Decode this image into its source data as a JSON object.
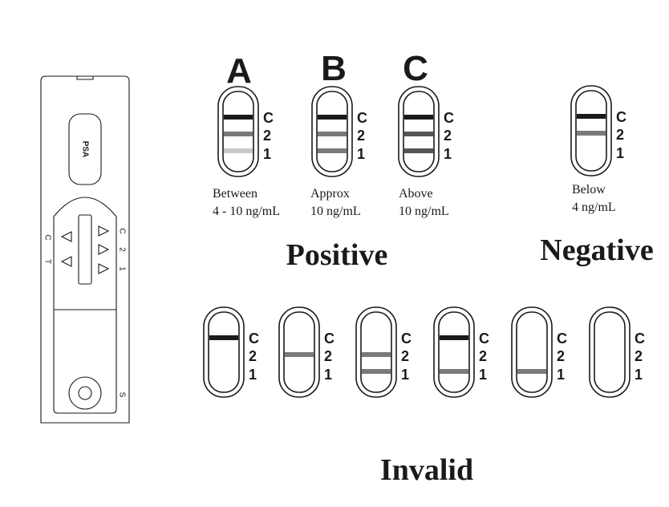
{
  "device": {
    "window_label": "PSA",
    "left_marks": [
      "C",
      "T"
    ],
    "right_marks": [
      "C",
      "2",
      "1"
    ],
    "sample_mark": "S"
  },
  "colors": {
    "black": "#1a1a1a",
    "dark_gray": "#555555",
    "mid_gray": "#7a7a7a",
    "light_gray": "#c8c8c8"
  },
  "strip_marks": [
    "C",
    "2",
    "1"
  ],
  "positive": {
    "heading": "Positive",
    "items": [
      {
        "letter": "A",
        "range_line1": "Between",
        "range_line2": "4 - 10 ng/mL",
        "bands": {
          "C": "black",
          "2": "mid_gray",
          "1": "light_gray"
        }
      },
      {
        "letter": "B",
        "range_line1": "Approx",
        "range_line2": "10 ng/mL",
        "bands": {
          "C": "black",
          "2": "mid_gray",
          "1": "mid_gray"
        }
      },
      {
        "letter": "C",
        "range_line1": "Above",
        "range_line2": "10 ng/mL",
        "bands": {
          "C": "black",
          "2": "dark_gray",
          "1": "dark_gray"
        }
      }
    ]
  },
  "negative": {
    "heading": "Negative",
    "range_line1": "Below",
    "range_line2": "4 ng/mL",
    "bands": {
      "C": "black",
      "2": "mid_gray"
    }
  },
  "invalid": {
    "heading": "Invalid",
    "items": [
      {
        "bands": {
          "C": "black"
        }
      },
      {
        "bands": {
          "2": "mid_gray"
        }
      },
      {
        "bands": {
          "2": "mid_gray",
          "1": "mid_gray"
        }
      },
      {
        "bands": {
          "C": "black",
          "1": "mid_gray"
        }
      },
      {
        "bands": {
          "1": "mid_gray"
        }
      },
      {
        "bands": {}
      }
    ]
  }
}
